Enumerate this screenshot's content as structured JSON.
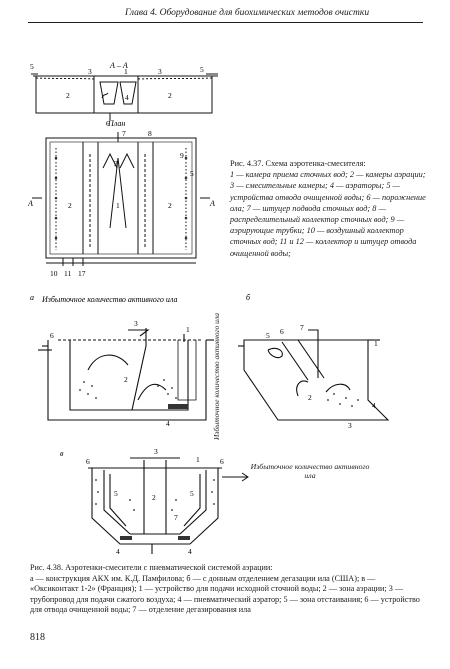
{
  "header": {
    "title": "Глава 4. Оборудование для биохимических методов очистки"
  },
  "fig37": {
    "section_label": "А – А",
    "plan_label": "План",
    "side_label_left": "А",
    "side_label_right": "А",
    "caption_title": "Рис. 4.37. Схема аэротенка-смесителя:",
    "caption_body": "1 — камера приема сточных вод; 2 — камеры аэрации; 3 — смесительные камеры; 4 — аэраторы; 5 — устройства отвода очищенной воды; 6 — порожнение ола; 7 — штуцер подвода сточных вод; 8 — распределительный коллектор сточных вод; 9 — аэрирующие трубки; 10 — воздушный коллектор сточных вод; 11 и 12 — коллектор и штуцер отвода очищенной воды;",
    "nums_top": [
      "5",
      "3",
      "1",
      "3",
      "5",
      "2",
      "6",
      "4",
      "2"
    ],
    "nums_plan": [
      "7",
      "8",
      "3",
      "2",
      "1",
      "2",
      "9",
      "5"
    ],
    "nums_bottom": [
      "10",
      "11",
      "17"
    ]
  },
  "fig38": {
    "panel_a": "а",
    "panel_b": "б",
    "panel_v": "в",
    "excess_sludge_a": "Избыточное количество активного ила",
    "excess_sludge_vertical": "Избыточное количество активного ила",
    "excess_sludge_v": "Избыточное количество активного ила",
    "nums_a": [
      "3",
      "1",
      "6",
      "2",
      "4"
    ],
    "nums_b": [
      "5",
      "6",
      "7",
      "1",
      "2",
      "3",
      "4"
    ],
    "nums_v": [
      "3",
      "6",
      "6",
      "1",
      "5",
      "2",
      "5",
      "7",
      "4",
      "4"
    ],
    "caption_title": "Рис. 4.38. Аэротенки-смесители с пневматической системой аэрации:",
    "caption_body": "а — конструкция АКХ им. К.Д. Памфилова; б — с донным отделением дегазации ила (США); в — «Оксиконтакт 1-2» (Франция); 1 — устройство для подачи исходной сточной воды; 2 — зона аэрации; 3 — трубопровод для подачи сжатого воздуха; 4 — пневматический аэратор; 5 — зона отстаивания; 6 — устройство для отвода очищенной воды; 7 — отделение дегазирования ила"
  },
  "page_number": "818"
}
